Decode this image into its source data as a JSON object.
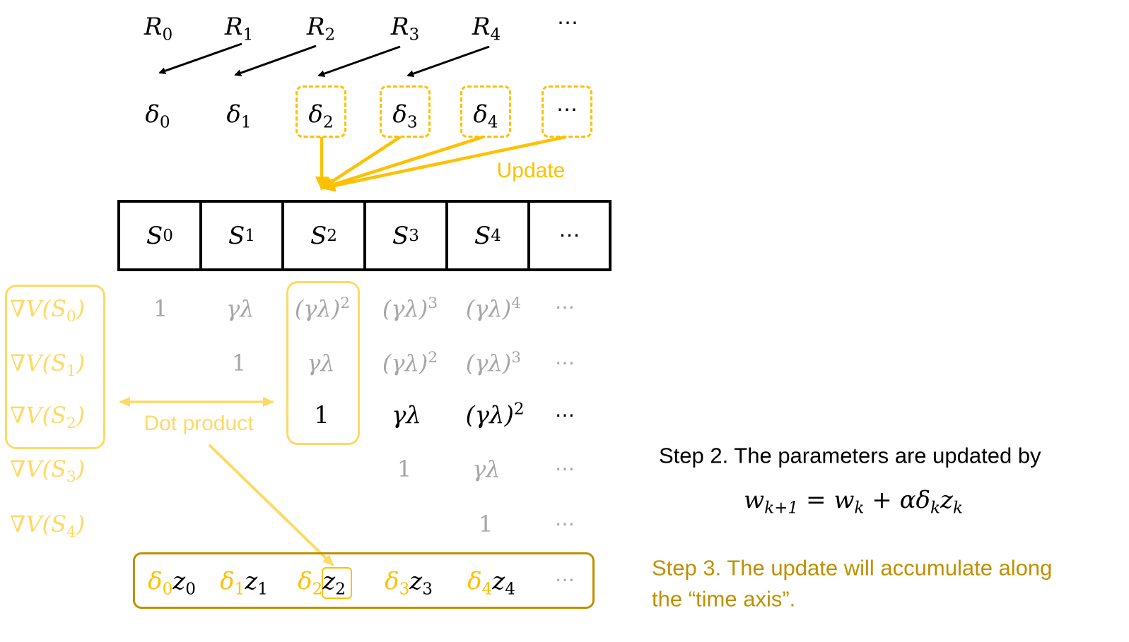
{
  "rewards": [
    "R",
    "R",
    "R",
    "R",
    "R"
  ],
  "reward_subs": [
    "0",
    "1",
    "2",
    "3",
    "4"
  ],
  "ellipsis": "⋯",
  "deltas": [
    "δ",
    "δ",
    "δ",
    "δ",
    "δ"
  ],
  "delta_subs": [
    "0",
    "1",
    "2",
    "3",
    "4"
  ],
  "update_label": "Update",
  "states": [
    "S",
    "S",
    "S",
    "S",
    "S"
  ],
  "state_subs": [
    "0",
    "1",
    "2",
    "3",
    "4"
  ],
  "grad_prefix": "∇V(S",
  "grad_subs": [
    "0",
    "1",
    "2",
    "3",
    "4"
  ],
  "grad_suffix": ")",
  "matrix": {
    "one": "1",
    "gl": "γλ",
    "gl_paren": "(γλ)",
    "exp2": "2",
    "exp3": "3",
    "exp4": "4"
  },
  "dot_product_label": "Dot product",
  "products": {
    "delta": "δ",
    "z": "z",
    "subs": [
      "0",
      "1",
      "2",
      "3",
      "4"
    ]
  },
  "step2": {
    "text": "Step 2. The parameters are updated by",
    "w": "w",
    "sub_k1": "k+1",
    "equals": "=",
    "sub_k": "k",
    "plus": "+",
    "alpha": "α",
    "delta": "δ",
    "z": "z"
  },
  "step3": {
    "line1": "Step 3. The update will accumulate along",
    "line2": "the “time axis”."
  }
}
